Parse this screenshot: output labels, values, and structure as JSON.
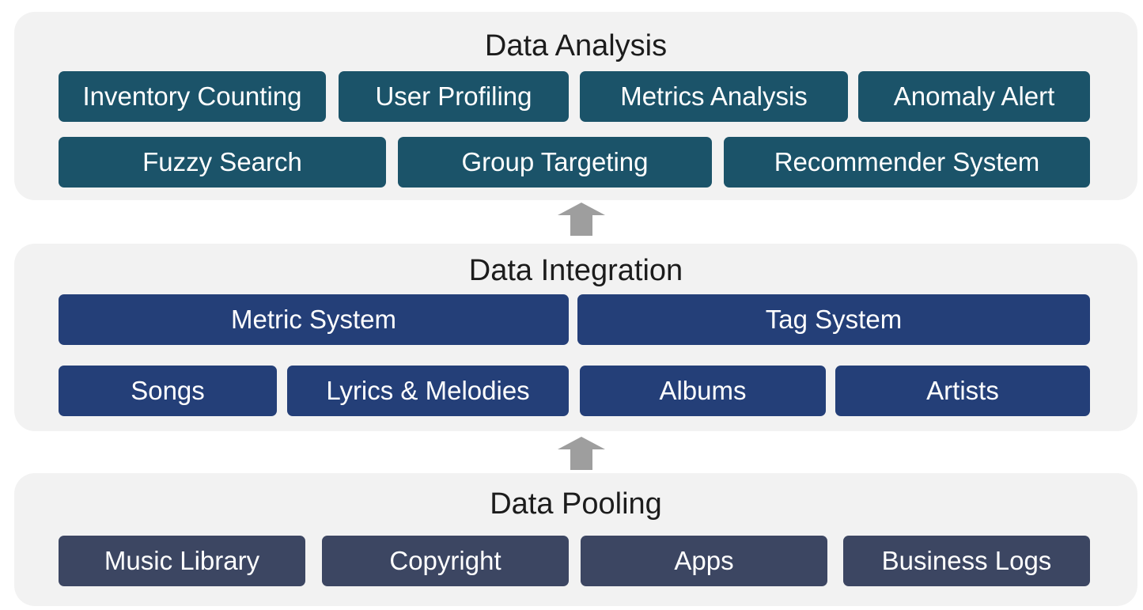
{
  "colors": {
    "panel_background": "#f2f2f2",
    "analysis_box": "#1b5369",
    "integration_box": "#243f78",
    "pooling_box": "#3c4662",
    "arrow": "#9e9e9e",
    "title_text": "#1c1c1c",
    "box_text": "#ffffff"
  },
  "layers": {
    "analysis": {
      "title": "Data Analysis",
      "row1": [
        "Inventory Counting",
        "User Profiling",
        "Metrics Analysis",
        "Anomaly Alert"
      ],
      "row2": [
        "Fuzzy Search",
        "Group Targeting",
        "Recommender System"
      ]
    },
    "integration": {
      "title": "Data Integration",
      "row1": [
        "Metric System",
        "Tag System"
      ],
      "row2": [
        "Songs",
        "Lyrics & Melodies",
        "Albums",
        "Artists"
      ]
    },
    "pooling": {
      "title": "Data Pooling",
      "row1": [
        "Music Library",
        "Copyright",
        "Apps",
        "Business Logs"
      ]
    }
  },
  "connectors": [
    {
      "from": "pooling",
      "to": "integration",
      "icon": "up-arrow-icon"
    },
    {
      "from": "integration",
      "to": "analysis",
      "icon": "up-arrow-icon"
    }
  ]
}
